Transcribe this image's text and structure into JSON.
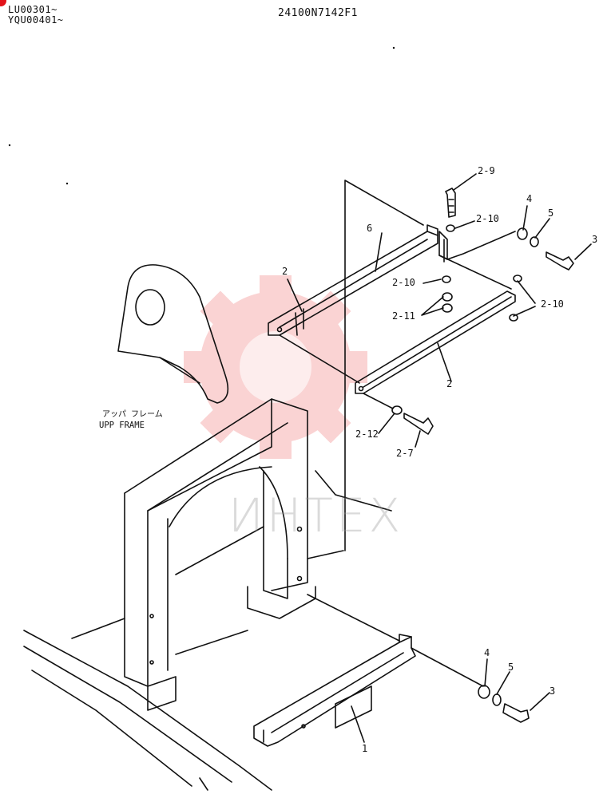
{
  "header": {
    "serial_lines": [
      "LU00301~",
      "YQU00401~"
    ],
    "drawing_number": "24100N7142F1"
  },
  "frame_label": {
    "japanese": "アッパ フレーム",
    "english": "UPP FRAME"
  },
  "watermark": {
    "text": "ИНТЕХ",
    "color": "#f4a0a0"
  },
  "callouts": {
    "c29": "2-9",
    "c210a": "2-10",
    "c4a": "4",
    "c5a": "5",
    "c3a": "3",
    "c6": "6",
    "c2a": "2",
    "c210b": "2-10",
    "c211": "2-11",
    "c210c": "2-10",
    "c2b": "2",
    "c212": "2-12",
    "c27": "2-7",
    "c4b": "4",
    "c5b": "5",
    "c3b": "3",
    "c1": "1"
  }
}
